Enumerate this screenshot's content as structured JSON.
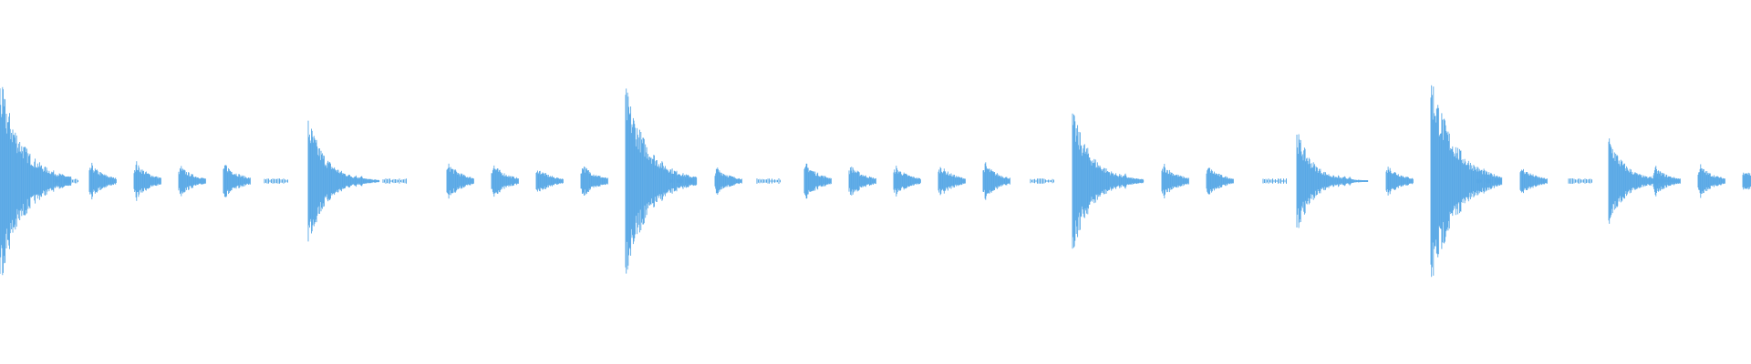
{
  "waveform": {
    "color": "#5aa9e6",
    "background": "#ffffff",
    "duration_units": 1920,
    "max_amplitude": 1.0,
    "events": [
      {
        "t": 0,
        "amp": 0.93,
        "kind": "kick",
        "decay": 0.028
      },
      {
        "t": 98,
        "amp": 0.17,
        "kind": "hat",
        "decay": 0.012
      },
      {
        "t": 147,
        "amp": 0.19,
        "kind": "hat",
        "decay": 0.012
      },
      {
        "t": 196,
        "amp": 0.15,
        "kind": "hat",
        "decay": 0.012
      },
      {
        "t": 245,
        "amp": 0.18,
        "kind": "hat",
        "decay": 0.012
      },
      {
        "t": 338,
        "amp": 0.58,
        "kind": "kick",
        "decay": 0.022
      },
      {
        "t": 490,
        "amp": 0.18,
        "kind": "hat",
        "decay": 0.012
      },
      {
        "t": 539,
        "amp": 0.17,
        "kind": "hat",
        "decay": 0.012
      },
      {
        "t": 588,
        "amp": 0.13,
        "kind": "hat",
        "decay": 0.012
      },
      {
        "t": 637,
        "amp": 0.17,
        "kind": "hat",
        "decay": 0.012
      },
      {
        "t": 686,
        "amp": 0.86,
        "kind": "kick",
        "decay": 0.028
      },
      {
        "t": 784,
        "amp": 0.14,
        "kind": "hat",
        "decay": 0.012
      },
      {
        "t": 882,
        "amp": 0.18,
        "kind": "hat",
        "decay": 0.012
      },
      {
        "t": 931,
        "amp": 0.16,
        "kind": "hat",
        "decay": 0.012
      },
      {
        "t": 980,
        "amp": 0.15,
        "kind": "hat",
        "decay": 0.012
      },
      {
        "t": 1029,
        "amp": 0.16,
        "kind": "hat",
        "decay": 0.012
      },
      {
        "t": 1078,
        "amp": 0.18,
        "kind": "hat",
        "decay": 0.012
      },
      {
        "t": 1176,
        "amp": 0.64,
        "kind": "kick",
        "decay": 0.024
      },
      {
        "t": 1274,
        "amp": 0.17,
        "kind": "hat",
        "decay": 0.012
      },
      {
        "t": 1323,
        "amp": 0.15,
        "kind": "hat",
        "decay": 0.012
      },
      {
        "t": 1422,
        "amp": 0.47,
        "kind": "kick",
        "decay": 0.02
      },
      {
        "t": 1520,
        "amp": 0.16,
        "kind": "hat",
        "decay": 0.012
      },
      {
        "t": 1569,
        "amp": 1.0,
        "kind": "kick",
        "decay": 0.028
      },
      {
        "t": 1667,
        "amp": 0.14,
        "kind": "hat",
        "decay": 0.012
      },
      {
        "t": 1764,
        "amp": 0.42,
        "kind": "kick",
        "decay": 0.02
      },
      {
        "t": 1813,
        "amp": 0.14,
        "kind": "hat",
        "decay": 0.012
      },
      {
        "t": 1862,
        "amp": 0.16,
        "kind": "hat",
        "decay": 0.012
      },
      {
        "t": 1911,
        "amp": 0.12,
        "kind": "hat",
        "decay": 0.012
      }
    ],
    "low_ticks": [
      60,
      290,
      420,
      735,
      830,
      1130,
      1385,
      1620,
      1720
    ]
  }
}
